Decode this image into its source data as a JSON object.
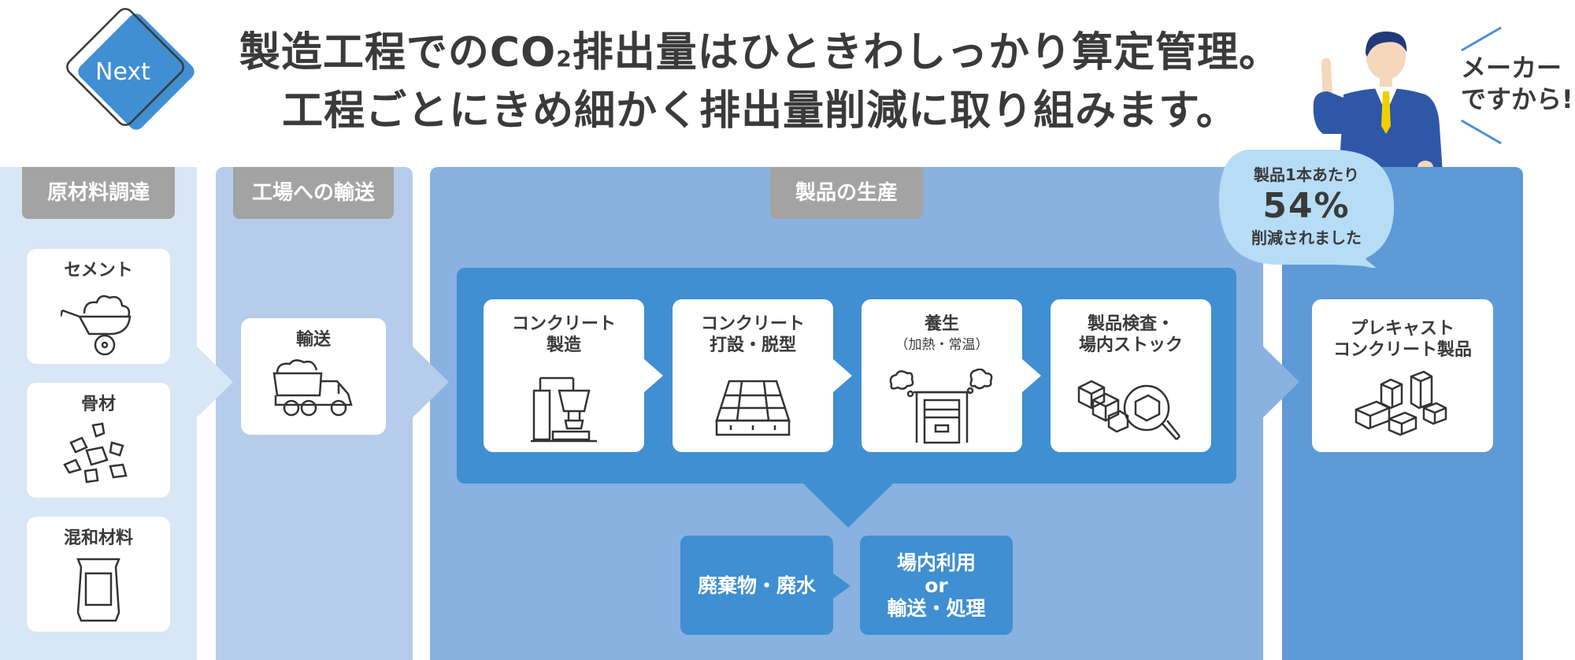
{
  "badge": {
    "label": "Next"
  },
  "headline": {
    "line1_a": "製造工程でのCO",
    "line1_sub": "2",
    "line1_b": "排出量はひときわしっかり算定管理。",
    "line2": "工程ごとにきめ細かく排出量削減に取り組みます。"
  },
  "speech": {
    "line1": "メーカー",
    "line2": "ですから!"
  },
  "stages": {
    "raw": {
      "tag": "原材料調達",
      "items": [
        {
          "label": "セメント",
          "icon": "wheelbarrow-icon"
        },
        {
          "label": "骨材",
          "icon": "aggregate-icon"
        },
        {
          "label": "混和材料",
          "icon": "bag-icon"
        }
      ]
    },
    "transport": {
      "tag": "工場への輸送",
      "items": [
        {
          "label": "輸送",
          "icon": "dump-truck-icon"
        }
      ]
    },
    "production": {
      "tag": "製品の生産",
      "steps": [
        {
          "line1": "コンクリート",
          "line2": "製造",
          "icon": "mixing-plant-icon"
        },
        {
          "line1": "コンクリート",
          "line2": "打設・脱型",
          "icon": "mold-icon"
        },
        {
          "line1": "養生",
          "line2": "（加熱・常温）",
          "icon": "curing-chamber-icon"
        },
        {
          "line1": "製品検査・",
          "line2": "場内ストック",
          "icon": "inspection-icon"
        }
      ],
      "waste": "廃棄物・廃水",
      "reuse": {
        "line1": "場内利用",
        "line2": "or",
        "line3": "輸送・処理"
      }
    },
    "product": {
      "items": [
        {
          "line1": "プレキャスト",
          "line2": "コンクリート製品",
          "icon": "precast-blocks-icon"
        }
      ]
    }
  },
  "reduction": {
    "line1": "製品1本あたり",
    "value": "54%",
    "line3": "削減されました"
  },
  "colors": {
    "col1": "#d9e6f6",
    "col2": "#b5cdea",
    "col3": "#89b2e0",
    "col4": "#5d9ad6",
    "panel": "#3f8fd2",
    "tag": "#a3a3a3",
    "bubble": "#b7dcf5",
    "accent": "#4a90d4"
  }
}
